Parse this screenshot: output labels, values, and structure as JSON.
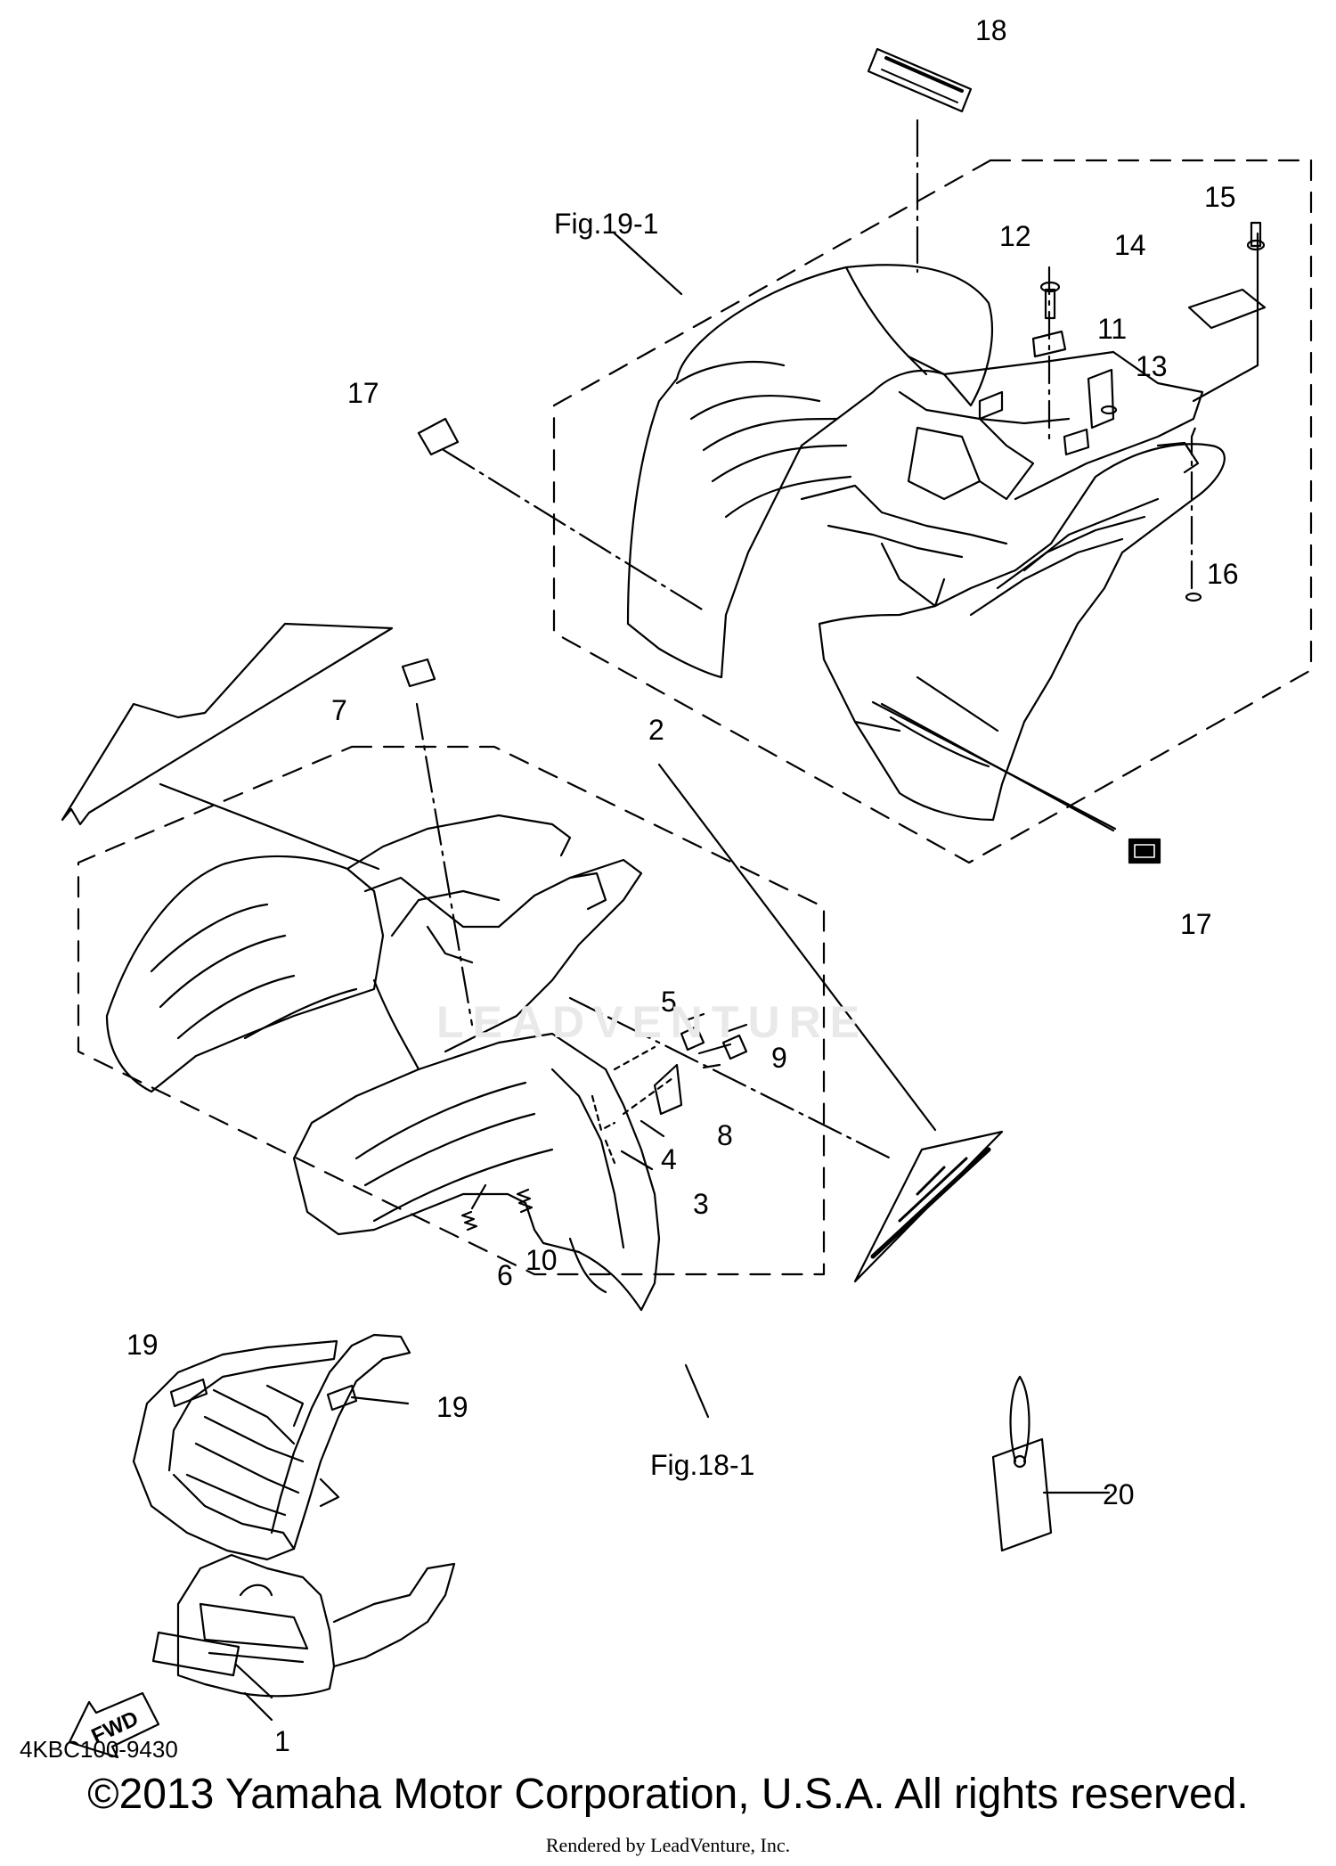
{
  "diagram": {
    "part_code": "4KBC100-9430",
    "copyright": "©2013 Yamaha Motor Corporation, U.S.A. All rights reserved.",
    "rendered_by": "Rendered by LeadVenture, Inc.",
    "watermark": "LEADVENTURE",
    "fig_refs": [
      {
        "id": "fig19",
        "label": "Fig.19-1"
      },
      {
        "id": "fig18",
        "label": "Fig.18-1"
      }
    ],
    "callouts": [
      "1",
      "2",
      "3",
      "4",
      "5",
      "6",
      "7",
      "8",
      "9",
      "10",
      "11",
      "12",
      "13",
      "14",
      "15",
      "16",
      "17",
      "17",
      "18",
      "19",
      "19",
      "20"
    ],
    "fwd_label": "FWD"
  }
}
